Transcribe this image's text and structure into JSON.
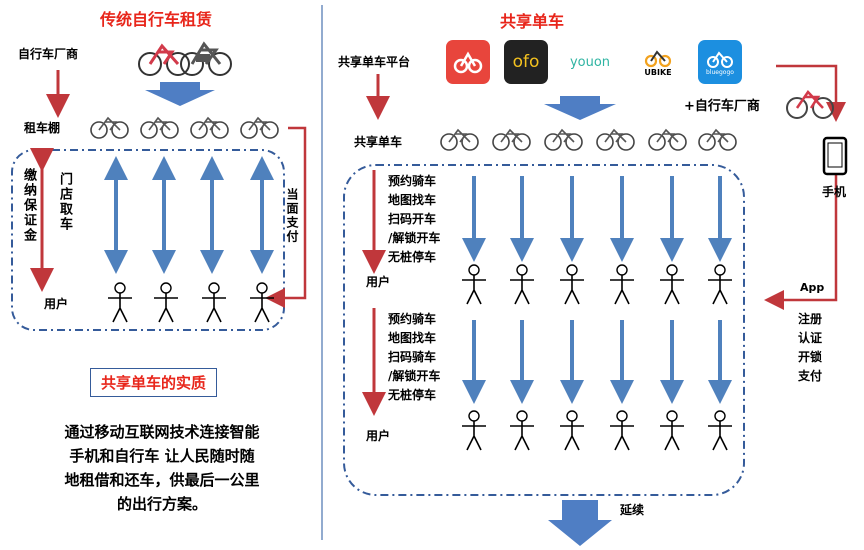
{
  "left": {
    "title": "传统自行车租赁",
    "manufacturer": "自行车厂商",
    "rental_shed": "租车棚",
    "deposit": "缴纳保证金",
    "store_pickup": "门店取车",
    "face_pay": "当面支付",
    "user": "用户",
    "essence": "共享单车的实质",
    "summary_lines": [
      "通过移动互联网技术连接智能",
      "手机和自行车  让人民随时随",
      "地租借和还车，供最后一公里",
      "的出行方案。"
    ]
  },
  "right": {
    "title": "共享单车",
    "platform": "共享单车平台",
    "plus_manufacturer": "+自行车厂商",
    "bike_label": "共享单车",
    "phone": "手机",
    "app": "App",
    "steps_a": [
      "预约骑车",
      "地图找车",
      "扫码开车",
      "/解锁开车",
      "无桩停车"
    ],
    "steps_b": [
      "预约骑车",
      "地图找车",
      "扫码骑车",
      "/解锁开车",
      "无桩停车"
    ],
    "user_a": "用户",
    "user_b": "用户",
    "app_functions": [
      "注册",
      "认证",
      "开锁",
      "支付"
    ],
    "continue": "延续"
  },
  "brands": [
    {
      "name": "mobike",
      "bg": "#e8453c",
      "fg": "#ffffff"
    },
    {
      "name": "ofo",
      "bg": "#222222",
      "fg": "#f4c21f"
    },
    {
      "name": "youon",
      "bg": "#ffffff",
      "fg": "#2fb4a2"
    },
    {
      "name": "UBIKE",
      "bg": "#ffffff",
      "fg": "#111111"
    },
    {
      "name": "bluegogo",
      "bg": "#1c8fe0",
      "fg": "#ffffff"
    }
  ],
  "colors": {
    "red": "#e8261b",
    "blue": "#4f81bd",
    "arrow_red": "#c0373b",
    "dash": "#355b9a"
  }
}
